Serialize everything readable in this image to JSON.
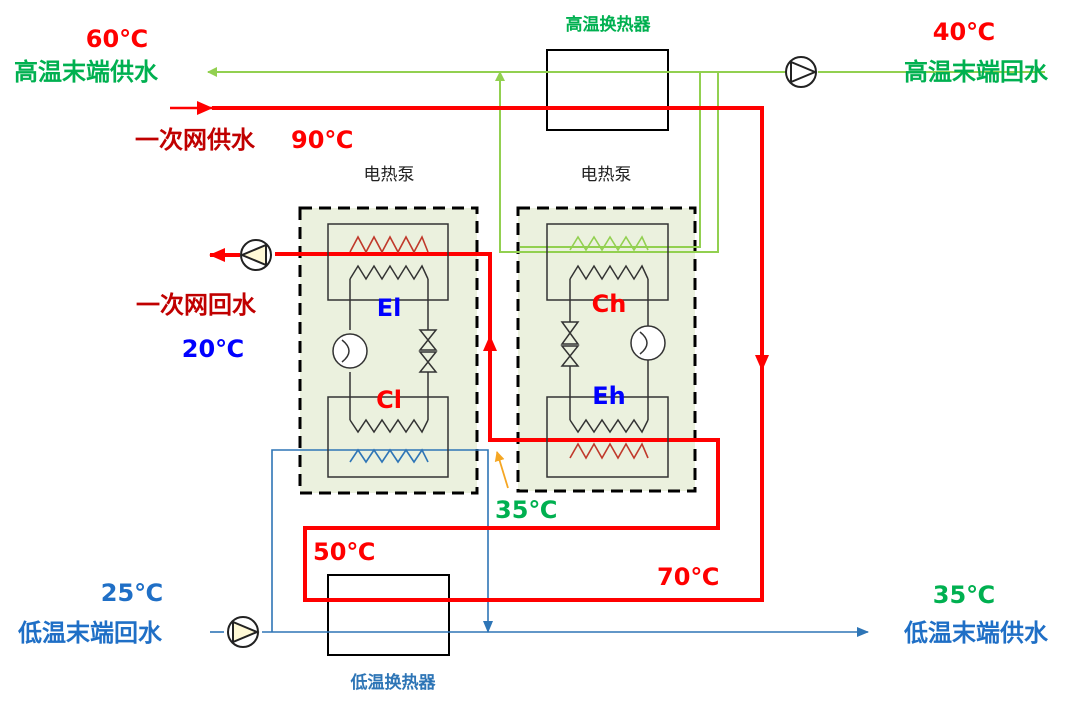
{
  "colors": {
    "hot_red": "#ff0000",
    "dark_red": "#c00000",
    "high_green": "#92d050",
    "text_green": "#00b050",
    "low_blue": "#2e75b6",
    "text_blue": "#1f6fc6",
    "pure_blue": "#0000ff",
    "pump_panel": "#ebf1de",
    "orange": "#f5a623"
  },
  "labels": {
    "high_exchanger": "高温换热器",
    "low_exchanger": "低温换热器",
    "heat_pump_left": "电热泵",
    "heat_pump_right": "电热泵",
    "high_supply_temp": "60℃",
    "high_supply": "高温末端供水",
    "high_return_temp": "40℃",
    "high_return": "高温末端回水",
    "primary_supply": "一次网供水",
    "primary_supply_temp": "90℃",
    "primary_return": "一次网回水",
    "primary_return_temp": "20℃",
    "low_return_temp": "25℃",
    "low_return": "低温末端回水",
    "low_supply_temp": "35℃",
    "low_supply": "低温末端供水",
    "mid_temp_35": "35℃",
    "mid_temp_50": "50℃",
    "mid_temp_70": "70℃",
    "el": "El",
    "cl": "Cl",
    "ch": "Ch",
    "eh": "Eh"
  }
}
